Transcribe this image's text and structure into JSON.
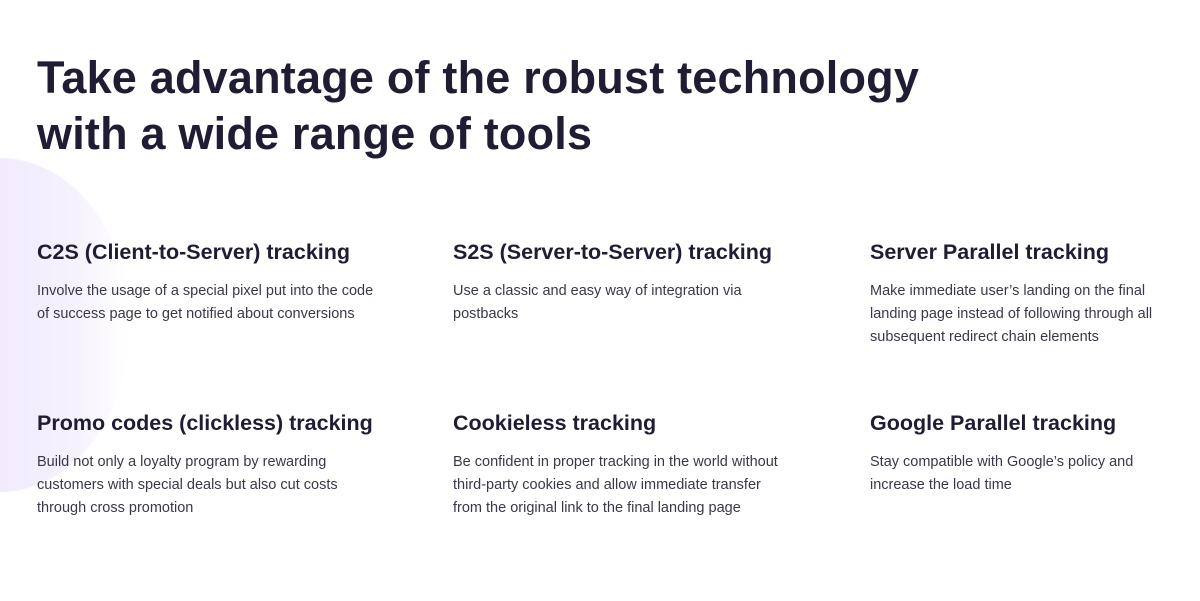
{
  "title": "Take advantage of the robust technology with a wide range of tools",
  "features": [
    {
      "title": "C2S (Client-to-Server) tracking",
      "text": "Involve the usage of a special pixel put into the code of success page to get notified about conversions"
    },
    {
      "title": "S2S (Server-to-Server) tracking",
      "text": "Use a classic and easy way of integration via postbacks"
    },
    {
      "title": "Server Parallel tracking",
      "text": "Make immediate user’s landing on the final landing page instead of following through all subsequent redirect chain elements"
    },
    {
      "title": "Promo codes (clickless) tracking",
      "text": "Build not only a loyalty program by rewarding customers with special deals but also cut costs through cross promotion"
    },
    {
      "title": "Cookieless tracking",
      "text": "Be confident in proper tracking in the world without third-party cookies and allow immediate transfer from the original link to the final landing page"
    },
    {
      "title": "Google Parallel tracking",
      "text": "Stay compatible with Google’s policy and increase the load time"
    }
  ]
}
